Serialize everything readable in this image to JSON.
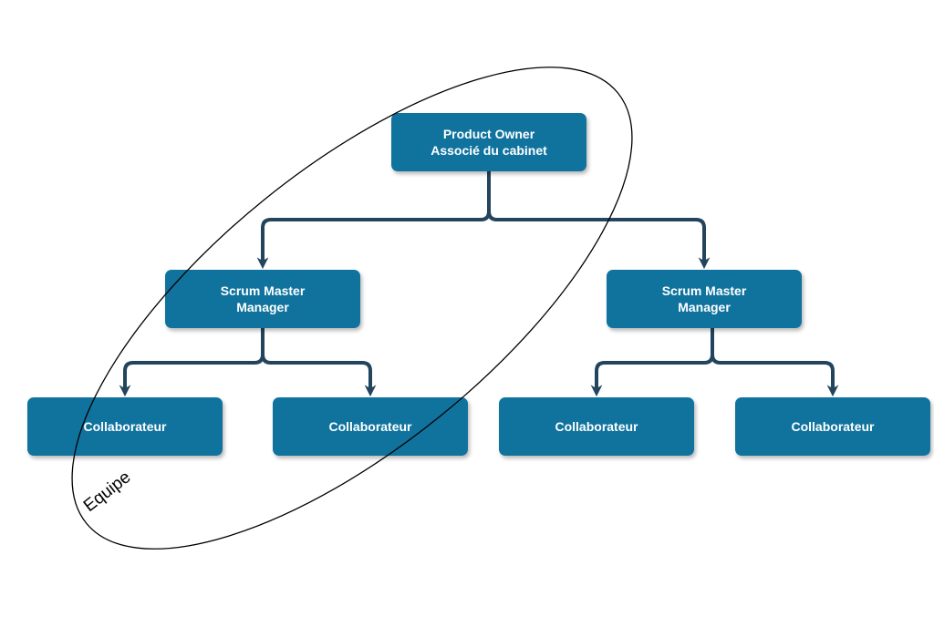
{
  "colors": {
    "node_fill": "#10739e",
    "connector": "#23445d",
    "outline": "#000000"
  },
  "nodes": {
    "product_owner": {
      "line1": "Product Owner",
      "line2": "Associé du cabinet"
    },
    "scrum_master_left": {
      "line1": "Scrum Master",
      "line2": "Manager"
    },
    "scrum_master_right": {
      "line1": "Scrum Master",
      "line2": "Manager"
    },
    "collab_1": {
      "label": "Collaborateur"
    },
    "collab_2": {
      "label": "Collaborateur"
    },
    "collab_3": {
      "label": "Collaborateur"
    },
    "collab_4": {
      "label": "Collaborateur"
    }
  },
  "team_group": {
    "label": "Equipe"
  }
}
